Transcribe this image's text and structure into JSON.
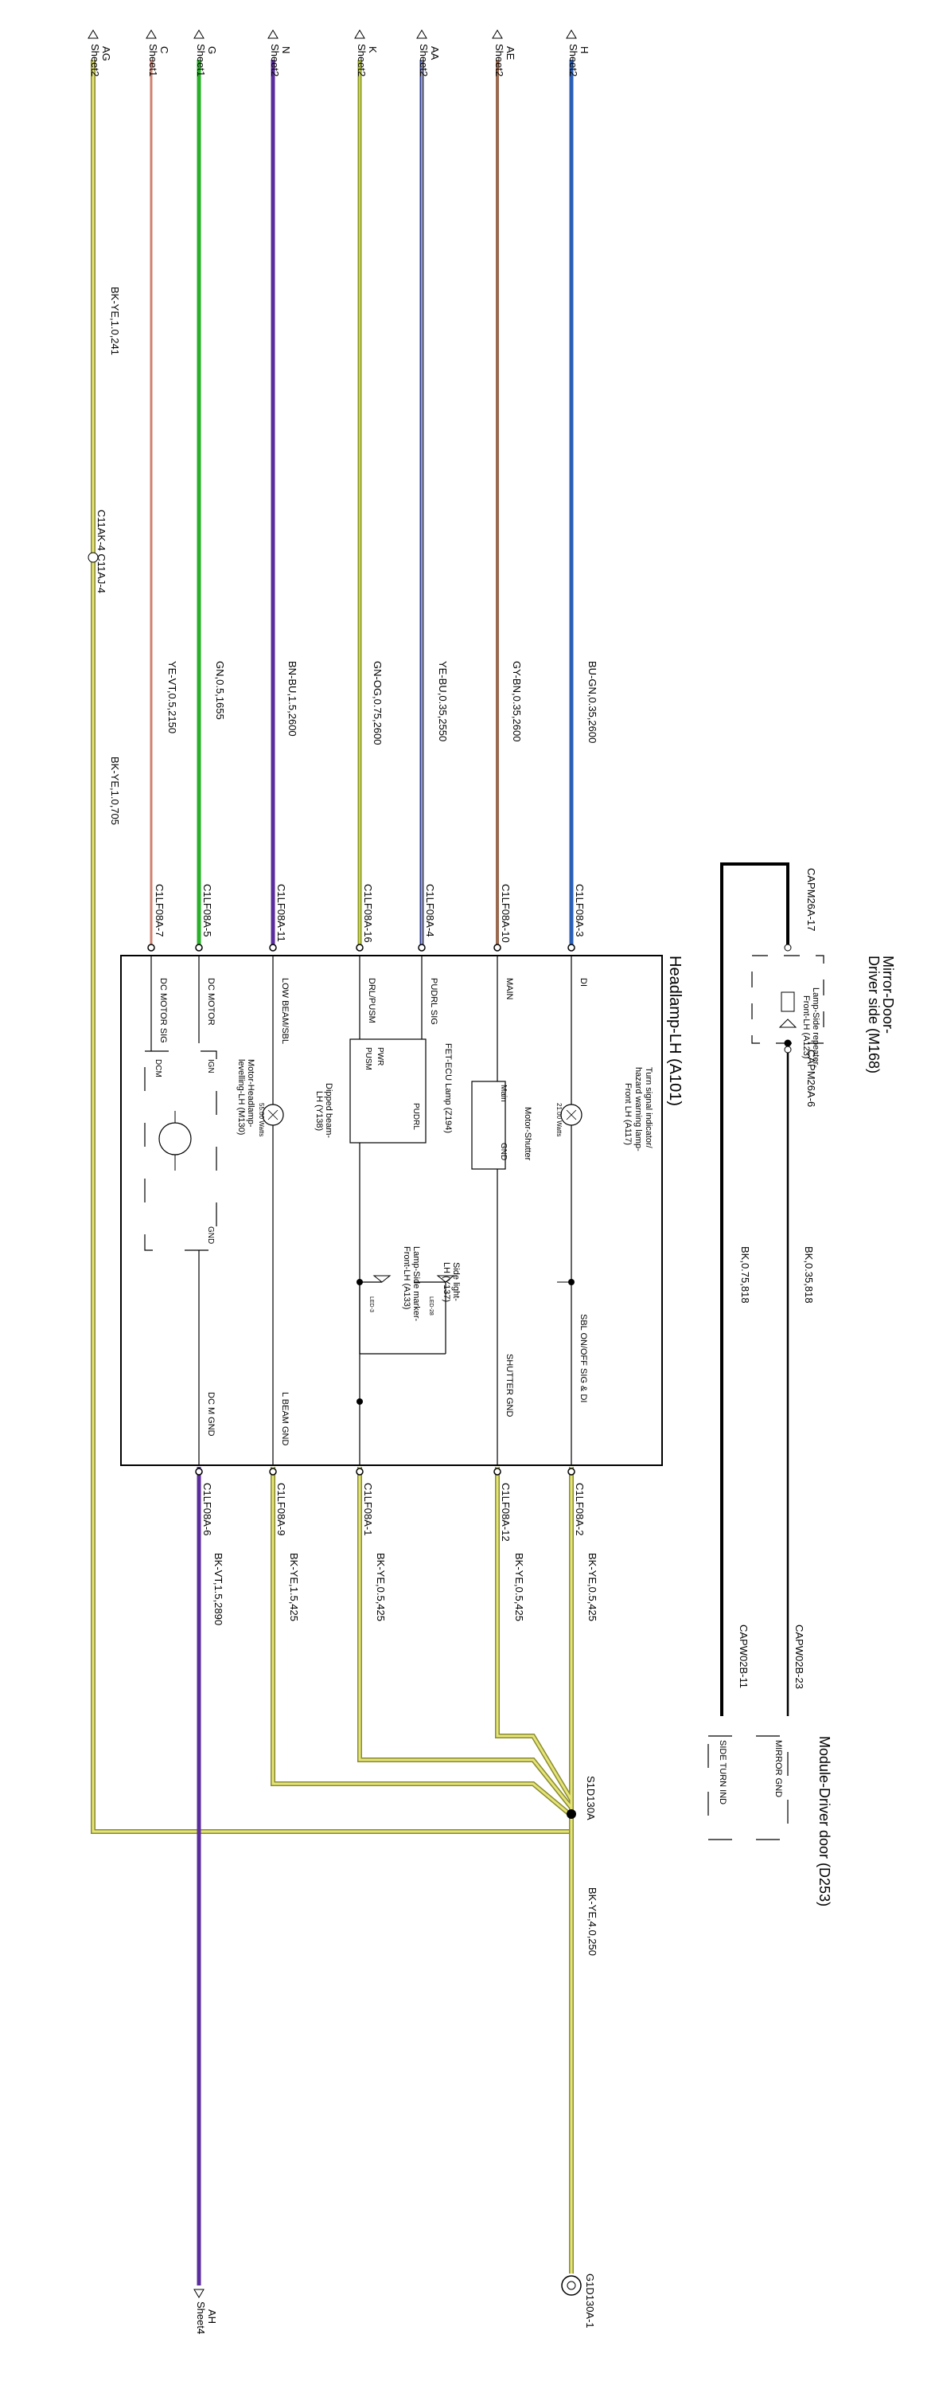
{
  "title": {
    "headlamp": "Headlamp-LH (A101)",
    "mirror_line1": "Mirror-Door-",
    "mirror_line2": "Driver side (M168)",
    "module": "Module-Driver door (D253)"
  },
  "colors": {
    "BK-YE": "#d8d866",
    "BU-GN": "#2b5fb5",
    "GY-BN": "#9a6a50",
    "YE-BU": "#2c3f9e",
    "GN-OG": "#b0bf3a",
    "BN-BU": "#5b2c9e",
    "GN": "#28b028",
    "YE-VT": "#d0806e",
    "BK": "#000000",
    "BK-VT": "#5b2c9e"
  },
  "offpage": [
    {
      "code": "H",
      "sheet": "Sheet2"
    },
    {
      "code": "AE",
      "sheet": "Sheet2"
    },
    {
      "code": "AA",
      "sheet": "Sheet2"
    },
    {
      "code": "K",
      "sheet": "Sheet2"
    },
    {
      "code": "N",
      "sheet": "Sheet2"
    },
    {
      "code": "G",
      "sheet": "Sheet1"
    },
    {
      "code": "C",
      "sheet": "Sheet1"
    },
    {
      "code": "AG",
      "sheet": "Sheet2"
    },
    {
      "code": "AH",
      "sheet": "Sheet4"
    }
  ],
  "wire_labels": [
    "BU-GN,0.35,2600",
    "GY-BN,0.35,2600",
    "YE-BU,0.35,2550",
    "GN-OG,0.75,2600",
    "BN-BU,1.5,2600",
    "GN,0.5,1655",
    "YE-VT,0.5,2150",
    "BK-YE,1.0,241",
    "BK-YE,1.0,705",
    "BK-YE,0.5,425",
    "BK-YE,0.5,425",
    "BK-YE,0.5,425",
    "BK-YE,1.5,425",
    "BK-VT,1.5,2890",
    "BK-YE,4.0,250",
    "BK,0.35,818",
    "BK,0.75,818"
  ],
  "connectors": {
    "inline": "C11AK-4 C11AJ-4",
    "left_pins": [
      "C1LF08A-3",
      "C1LF08A-10",
      "C1LF08A-4",
      "C1LF08A-16",
      "C1LF08A-11",
      "C1LF08A-5",
      "C1LF08A-7"
    ],
    "right_pins": [
      "C1LF08A-2",
      "C1LF08A-12",
      "C1LF08A-1",
      "C1LF08A-9",
      "C1LF08A-6"
    ],
    "mirror_pins": [
      "CAPM26A-17",
      "CAPM26A-6"
    ],
    "module_pins": [
      "CAPW02B-23",
      "CAPW02B-11"
    ],
    "splice": "S1D130A",
    "ground": "G1D130A-1"
  },
  "signals_left": [
    "DI",
    "MAIN",
    "PUDRL SIG",
    "DRL/PUSM",
    "LOW BEAM/SBL",
    "DC MOTOR",
    "DC MOTOR SIG"
  ],
  "signals_right": [
    "SBL ON/OFF SIG & DI",
    "SHUTTER GND",
    "L BEAM GND",
    "DC M GND"
  ],
  "components": {
    "turn_signal": [
      "Turn signal indicator/",
      "hazard warning lamp-",
      "Front LH (A117)"
    ],
    "turn_watts": "21.00 Watts",
    "motor_shutter": "Motor-Shutter",
    "main": "Main",
    "gnd": "GND",
    "fet": "FET-ECU Lamp (Z194)",
    "pudrl": "PUDRL",
    "pwr": "PWR",
    "pusm": "PUSM",
    "dipped": [
      "Dipped beam-",
      "LH (Y138)"
    ],
    "dipped_watts": "55.00 Watts",
    "side_light": [
      "Side light-",
      "LH (Y137)"
    ],
    "side_marker": [
      "Lamp-Side marker-",
      "Front-LH (A133)"
    ],
    "led28": "LED-28",
    "led3": "LED-3",
    "level_motor": [
      "Motor-Headlamp-",
      "levelling-LH (M130)"
    ],
    "ign": "IGN",
    "dcm": "DCM",
    "repeater": [
      "Lamp-Side repeater-",
      "Front-LH (A123)"
    ],
    "mirror_gnd": "MIRROR GND",
    "side_turn": "SIDE TURN IND"
  }
}
